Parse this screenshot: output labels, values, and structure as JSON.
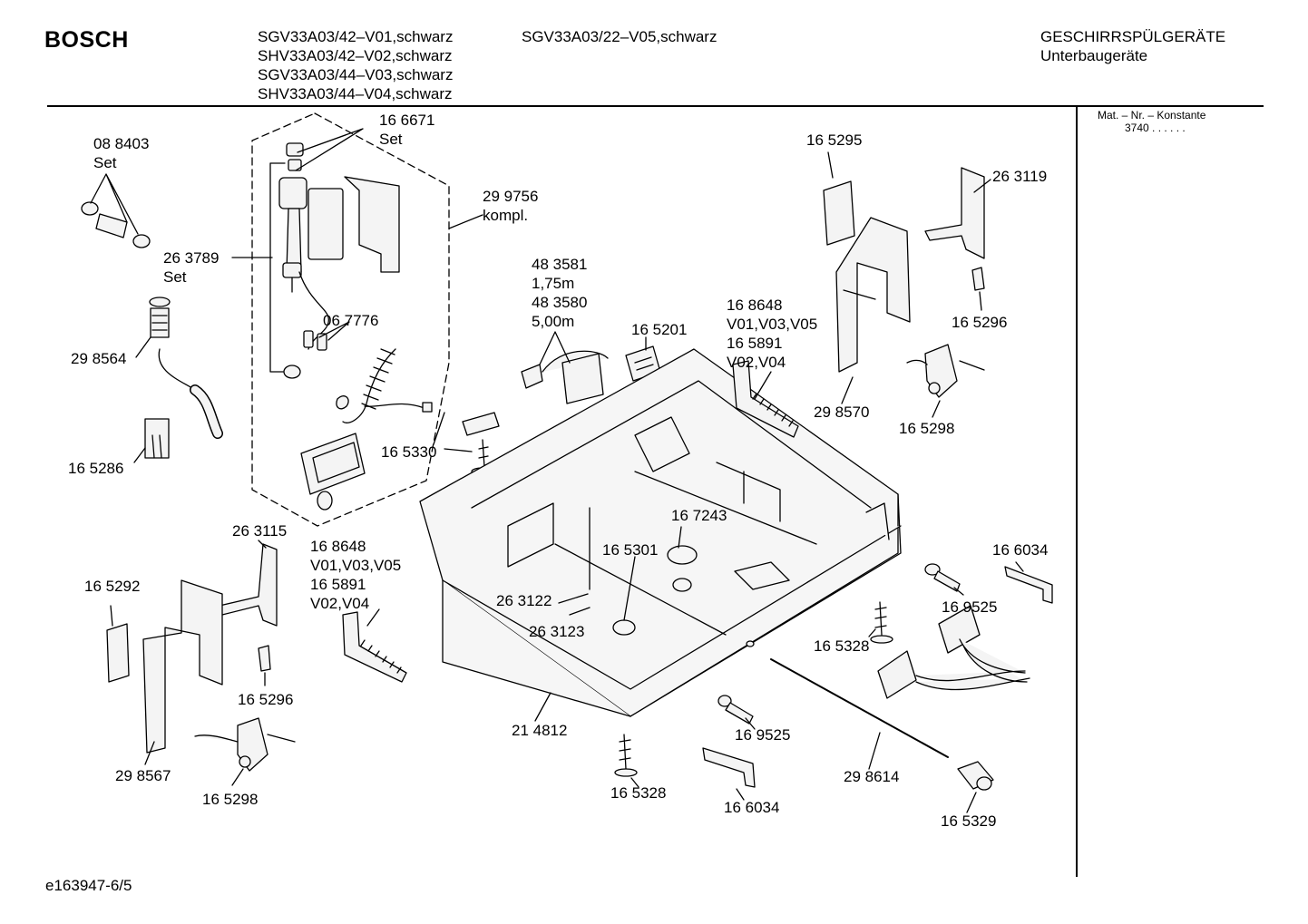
{
  "header": {
    "brand": "BOSCH",
    "models_col1": [
      "SGV33A03/42–V01,schwarz",
      "SHV33A03/42–V02,schwarz",
      "SGV33A03/44–V03,schwarz",
      "SHV33A03/44–V04,schwarz"
    ],
    "models_col2": [
      "SGV33A03/22–V05,schwarz"
    ],
    "category": "GESCHIRRSPÜLGERÄTE",
    "subcategory": "Unterbaugeräte"
  },
  "sidebar": {
    "mat_label": "Mat. – Nr. – Konstante",
    "mat_value": "3740  .  .  .  .  .  ."
  },
  "labels": {
    "p088403": [
      "08 8403",
      "Set"
    ],
    "p166671": [
      "16 6671",
      "Set"
    ],
    "p299756": [
      "29 9756",
      "kompl."
    ],
    "p263789": [
      "26 3789",
      "Set"
    ],
    "p298564": [
      "29 8564"
    ],
    "p067776": [
      "06 7776"
    ],
    "p165286": [
      "16 5286"
    ],
    "p165330": [
      "16 5330"
    ],
    "p483581": [
      "48 3581",
      "1,75m",
      "48 3580",
      "5,00m"
    ],
    "p165201": [
      "16 5201"
    ],
    "p168648a": [
      "16 8648",
      "V01,V03,V05",
      "16 5891",
      "V02,V04"
    ],
    "p165295": [
      "16 5295"
    ],
    "p263119": [
      "26 3119"
    ],
    "p165296a": [
      "16 5296"
    ],
    "p298570": [
      "29 8570"
    ],
    "p165298a": [
      "16 5298"
    ],
    "p263115": [
      "26 3115"
    ],
    "p168648b": [
      "16 8648",
      "V01,V03,V05",
      "16 5891",
      "V02,V04"
    ],
    "p165292": [
      "16 5292"
    ],
    "p165296b": [
      "16 5296"
    ],
    "p298567": [
      "29 8567"
    ],
    "p165298b": [
      "16 5298"
    ],
    "p167243": [
      "16 7243"
    ],
    "p165301": [
      "16 5301"
    ],
    "p263122": [
      "26 3122"
    ],
    "p263123": [
      "26 3123"
    ],
    "p214812": [
      "21 4812"
    ],
    "p166034a": [
      "16 6034"
    ],
    "p169525a": [
      "16 9525"
    ],
    "p165328a": [
      "16 5328"
    ],
    "p169525b": [
      "16 9525"
    ],
    "p165328b": [
      "16 5328"
    ],
    "p166034b": [
      "16 6034"
    ],
    "p298614": [
      "29 8614"
    ],
    "p165329": [
      "16 5329"
    ]
  },
  "footer": {
    "code": "e163947-6/5"
  },
  "colors": {
    "ink": "#000000",
    "background": "#ffffff",
    "part_fill": "#f4f4f4"
  }
}
